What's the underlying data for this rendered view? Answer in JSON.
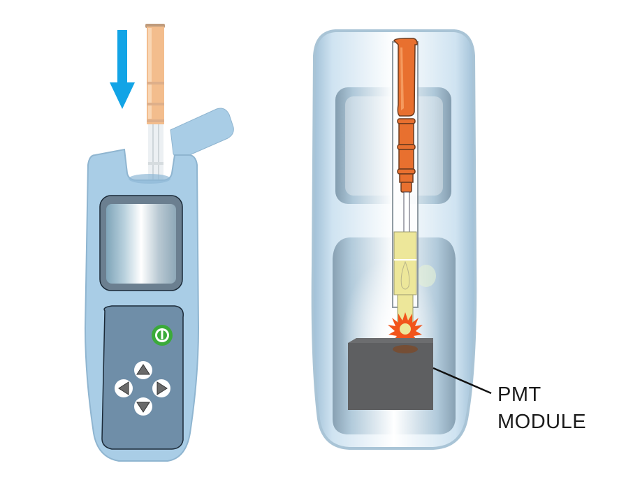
{
  "diagram": {
    "left_device": {
      "description": "Handheld luminometer with sample swab being inserted",
      "insert_arrow": {
        "direction": "down",
        "color": "#12A4E6"
      },
      "swab_color": "#F2B27A",
      "body_color": "#A9CDE6",
      "keypad_color": "#6F8EA8",
      "power_button": {
        "icon": "power-icon",
        "color": "#3BAA3A"
      },
      "nav_buttons": [
        "up",
        "left",
        "right",
        "down"
      ]
    },
    "right_device": {
      "description": "Cutaway view of luminometer showing swab over detector",
      "swab_cap_color": "#E8702F",
      "sample_color": "#EDE79A",
      "light_burst_color": "#F2541B",
      "module_color": "#5E5F61"
    },
    "callout": {
      "line1": "PMT",
      "line2": "MODULE"
    }
  }
}
